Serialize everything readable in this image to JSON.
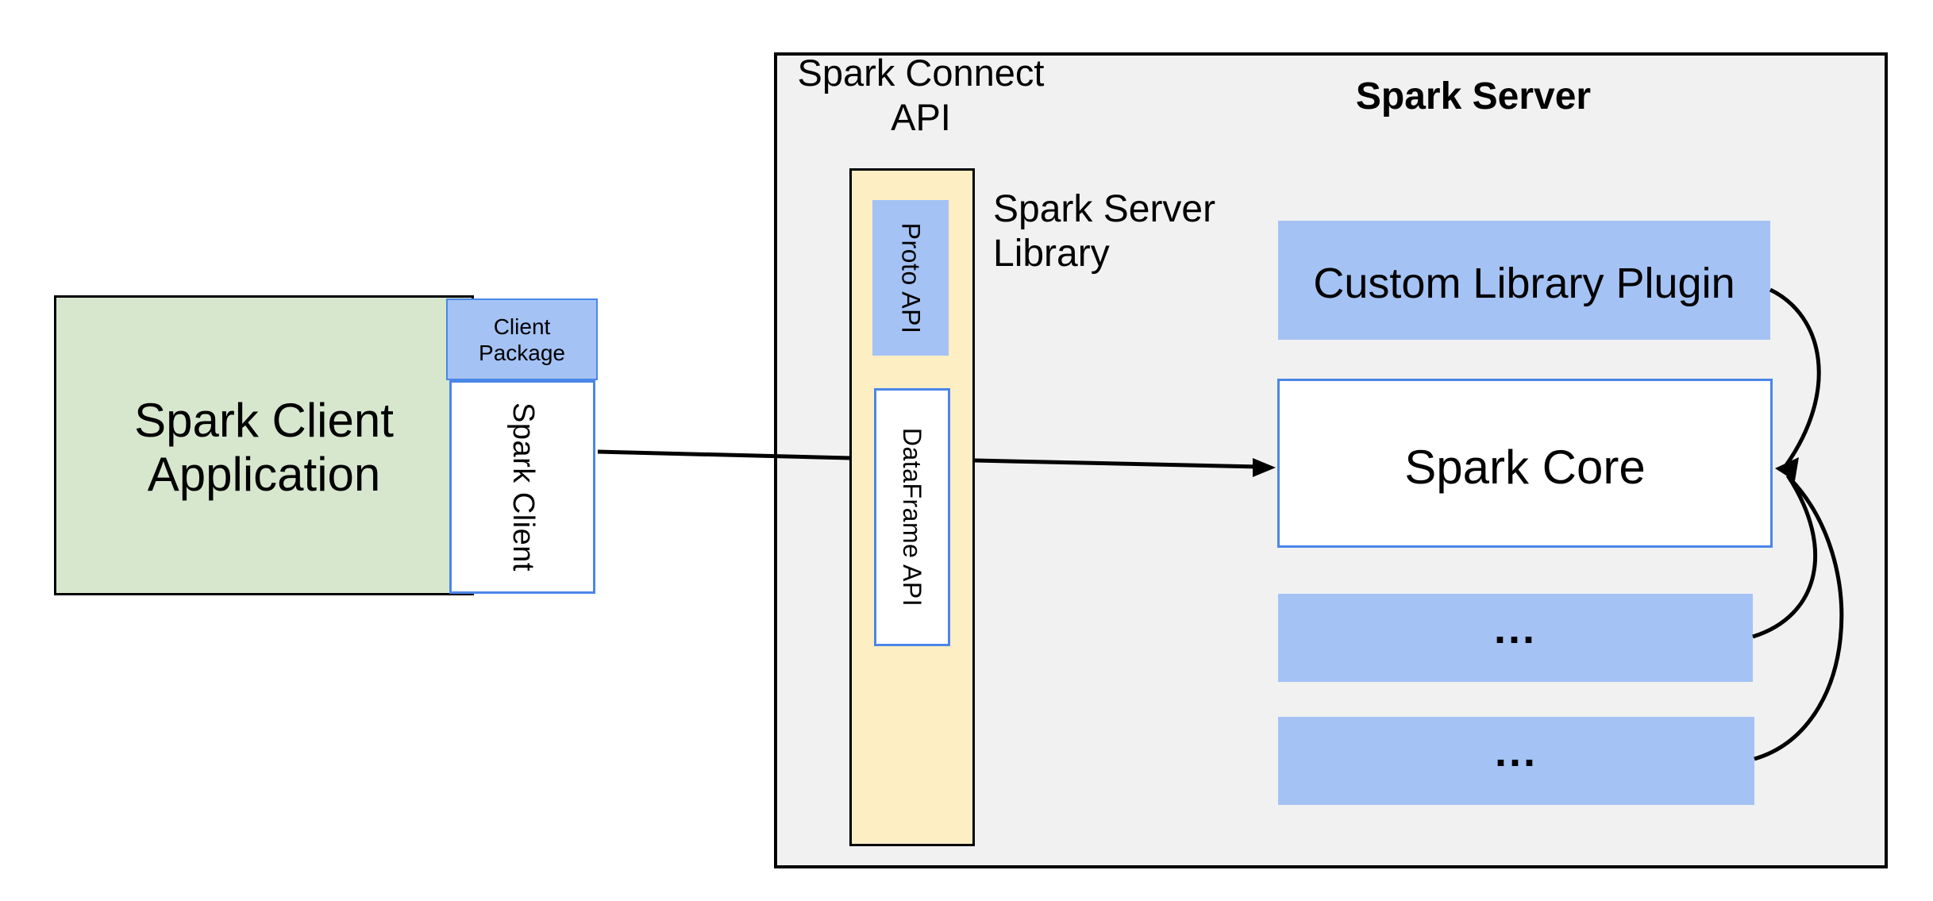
{
  "colors": {
    "green_fill": "#d7e7ce",
    "blue_fill": "#a4c2f4",
    "blue_border": "#4a86e8",
    "yellow_fill": "#fdeec4",
    "gray_fill": "#f1f1f1",
    "ink": "#000000",
    "background": "#ffffff"
  },
  "client_group": {
    "application": {
      "line1": "Spark Client",
      "line2": "Application"
    },
    "client_package": {
      "line1": "Client",
      "line2": "Package"
    },
    "spark_client": "Spark Client"
  },
  "server_group": {
    "connect_api_label": {
      "line1": "Spark Connect",
      "line2": "API"
    },
    "server_title": "Spark Server",
    "server_library_label": {
      "line1": "Spark Server",
      "line2": "Library"
    },
    "proto_api": "Proto API",
    "dataframe_api": "DataFrame API",
    "custom_library_plugin": "Custom Library Plugin",
    "spark_core": "Spark Core",
    "plugin_slot_1": "...",
    "plugin_slot_2": "..."
  }
}
